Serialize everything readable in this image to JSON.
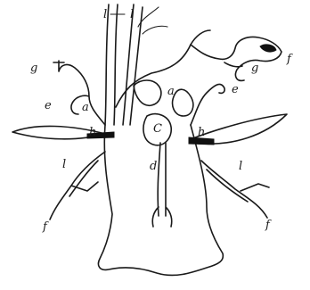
{
  "figure": {
    "labels": {
      "l_top1": "l",
      "l_top2": "l",
      "g_left": "g",
      "e_left": "e",
      "a_left": "a",
      "h_left": "h",
      "l_left": "l",
      "f_bottom_left": "f",
      "f_top_right": "f",
      "g_right": "g",
      "a_right": "a",
      "e_right": "e",
      "c_center": "C",
      "h_right": "h",
      "d_center": "d",
      "l_right": "l",
      "f_bottom_right": "f"
    }
  }
}
